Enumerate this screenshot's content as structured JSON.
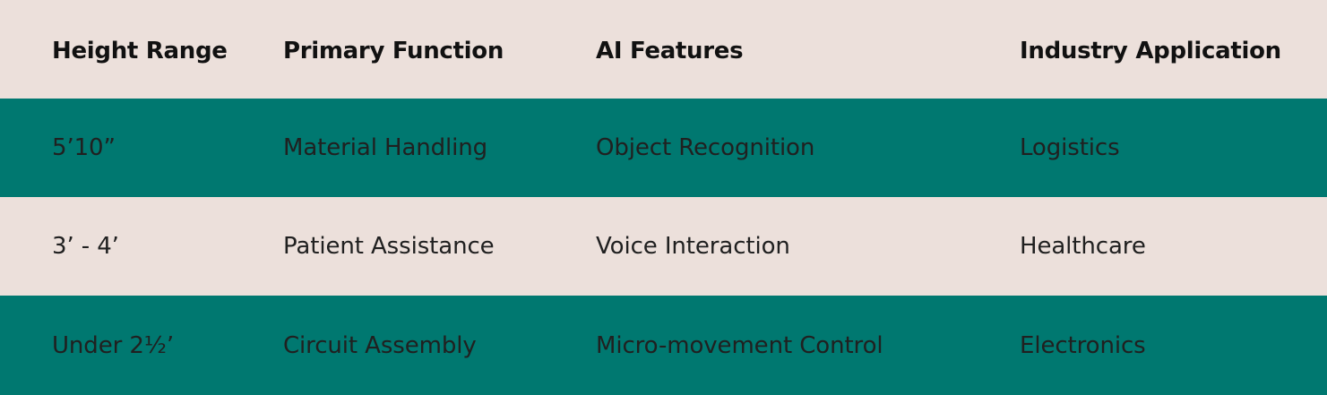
{
  "columns": [
    "Height Range",
    "Primary Function",
    "AI Features",
    "Industry Application"
  ],
  "rows": [
    [
      "5’10”",
      "Material Handling",
      "Object Recognition",
      "Logistics"
    ],
    [
      "3’ - 4’",
      "Patient Assistance",
      "Voice Interaction",
      "Healthcare"
    ],
    [
      "Under 2½’",
      "Circuit Assembly",
      "Micro-movement Control",
      "Electronics"
    ]
  ],
  "colors": {
    "light_row": "#ECE0DB",
    "teal_row": "#007870",
    "text": "#1F1F1F"
  }
}
